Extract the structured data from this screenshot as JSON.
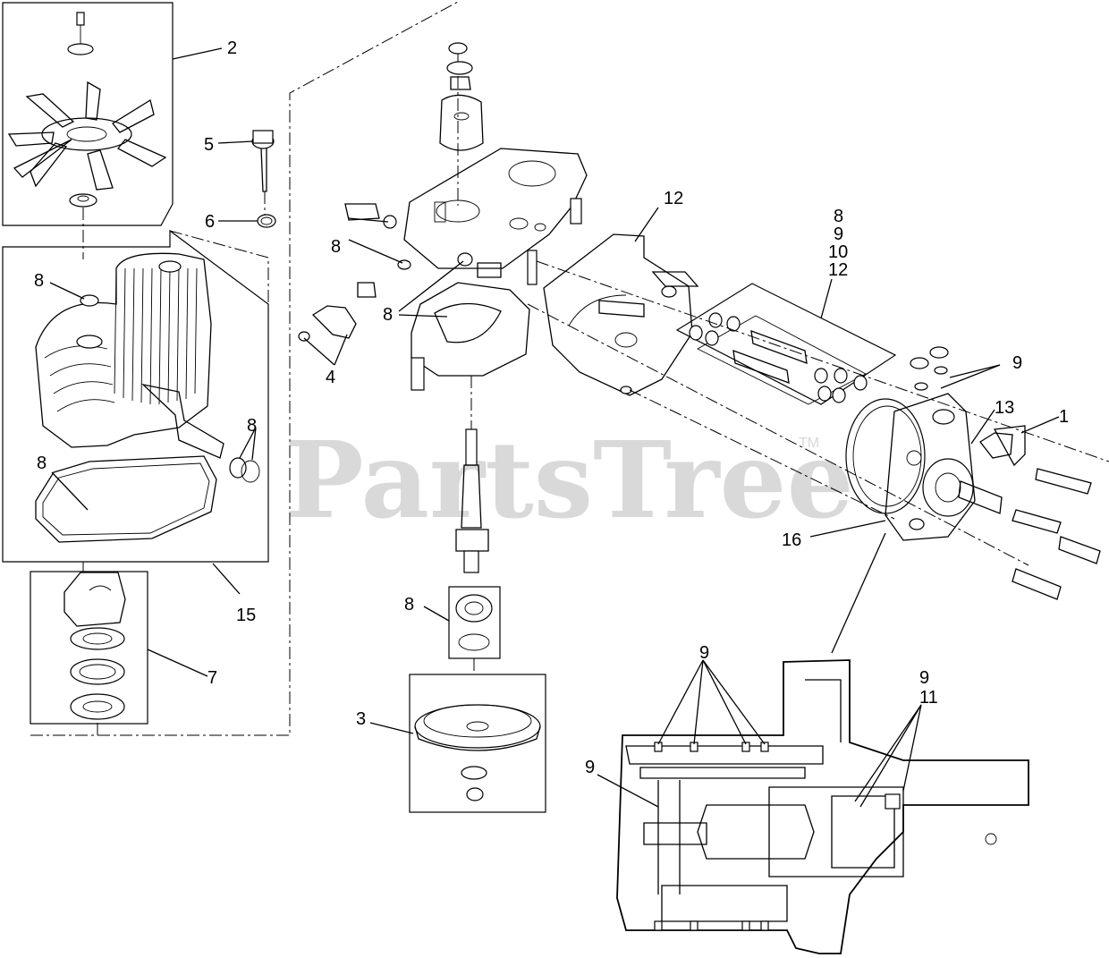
{
  "watermark": {
    "text": "PartsTree",
    "tm": "TM"
  },
  "callouts": {
    "c2": "2",
    "c5": "5",
    "c6": "6",
    "c8_a": "8",
    "c8_b": "8",
    "c8_c": "8",
    "c8_d": "8",
    "c8_e": "8",
    "c8_f": "8",
    "c4": "4",
    "c12_a": "12",
    "c8_g": "8",
    "c9_g": "9",
    "c10_g": "10",
    "c12_g": "12",
    "c9_a": "9",
    "c13": "13",
    "c1": "1",
    "c16": "16",
    "c15": "15",
    "c7": "7",
    "c3": "3",
    "c9_b": "9",
    "c9_c": "9",
    "c9_d": "9",
    "c11": "11"
  }
}
